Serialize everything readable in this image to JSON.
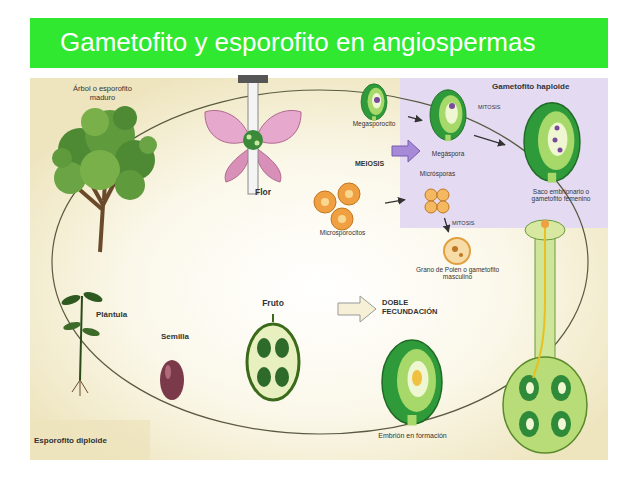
{
  "diagram": {
    "title": "Gametofito y esporofito en angiospermas",
    "nodes": [
      {
        "text": [
          "Árbol o esporofito maduro"
        ]
      },
      {
        "text": [
          "Flor"
        ]
      },
      {
        "text": [
          "Megasporocito"
        ]
      },
      {
        "text": [
          "Megáspora"
        ]
      },
      {
        "text": [
          "Saco embrionario o gametofito femenino"
        ]
      },
      {
        "text": [
          "Microsporocitos"
        ]
      },
      {
        "text": [
          "Micrósporas"
        ]
      },
      {
        "text": [
          "Grano de Polen o gametofito masculino"
        ]
      },
      {
        "text": [
          "Embrión en formación"
        ]
      },
      {
        "text": [
          "Fruto"
        ]
      },
      {
        "text": [
          "Semilla"
        ]
      },
      {
        "text": [
          "Plántula"
        ]
      }
    ],
    "edges": [
      {
        "from": 2,
        "to": 3,
        "arrow": "to"
      },
      {
        "from": 3,
        "to": 4,
        "arrow": "to"
      },
      {
        "from": 5,
        "to": 6,
        "arrow": "to"
      },
      {
        "from": 6,
        "to": 7,
        "arrow": "to"
      }
    ],
    "labels": [
      "Gametofito haploide",
      "MEIOSIS",
      "MITOSIS",
      "MITOSIS",
      "DOBLE FECUNDACIÓN",
      "Esporofito diploide"
    ]
  }
}
